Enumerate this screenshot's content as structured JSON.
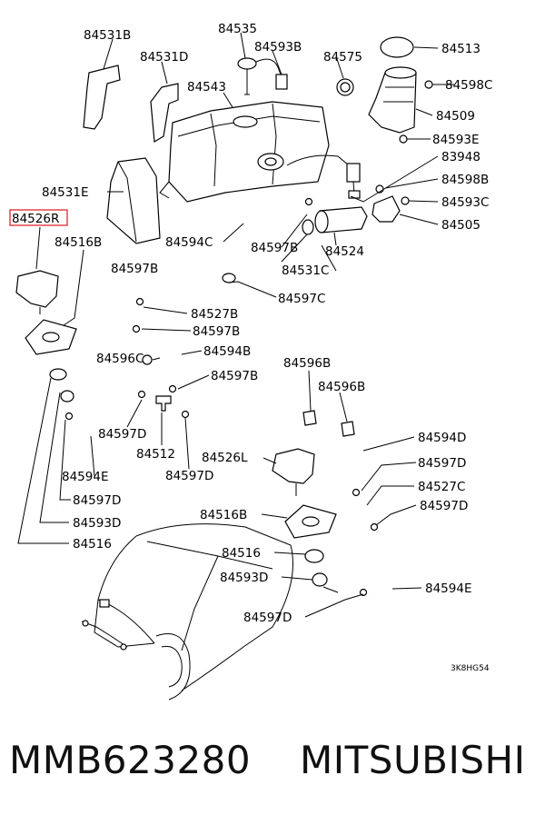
{
  "diagram": {
    "callouts": {
      "c84531B": "84531B",
      "c84535": "84535",
      "c84593B": "84593B",
      "c84513": "84513",
      "c84531D": "84531D",
      "c84575": "84575",
      "c84543": "84543",
      "c84598C": "84598C",
      "c84509": "84509",
      "c84593E_top": "84593E",
      "c83948": "83948",
      "c84598B": "84598B",
      "c84531E": "84531E",
      "c84593C": "84593C",
      "c84526R": "84526R",
      "c84505": "84505",
      "c84516B_top": "84516B",
      "c84594C": "84594C",
      "c84597B_a": "84597B",
      "c84524": "84524",
      "c84597B_b": "84597B",
      "c84531C": "84531C",
      "c84597C": "84597C",
      "c84527B": "84527B",
      "c84597B_c": "84597B",
      "c84596C": "84596C",
      "c84594B": "84594B",
      "c84596B_a": "84596B",
      "c84597B_d": "84597B",
      "c84596B_b": "84596B",
      "c84597D_a": "84597D",
      "c84594D": "84594D",
      "c84512": "84512",
      "c84526L": "84526L",
      "c84597D_b": "84597D",
      "c84594E_left": "84594E",
      "c84597D_c": "84597D",
      "c84527C": "84527C",
      "c84597D_d": "84597D",
      "c84597D_e": "84597D",
      "c84516B_mid": "84516B",
      "c84593D_left": "84593D",
      "c84516_left": "84516",
      "c84516_mid": "84516",
      "c84593D_mid": "84593D",
      "c84594E_right": "84594E",
      "c84597D_f": "84597D"
    },
    "drawing_code": "3K8HG54",
    "highlighted_part": "84526R"
  },
  "footer": {
    "part_number": "MMB623280",
    "brand": "MITSUBISHI"
  }
}
